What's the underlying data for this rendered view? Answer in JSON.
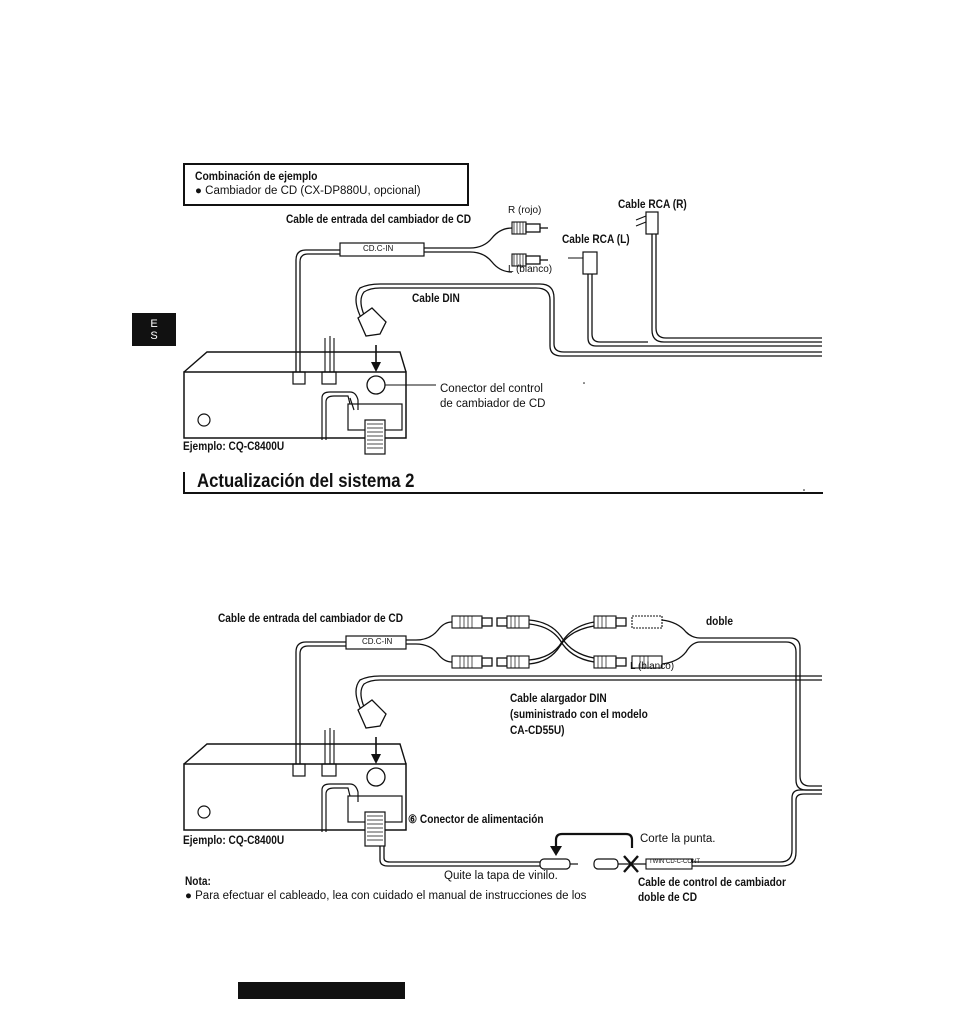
{
  "side_tab": {
    "line1": "E",
    "line2": "S"
  },
  "example_box": {
    "title": "Combinación de ejemplo",
    "item": "● Cambiador de CD (CX-DP880U, opcional)"
  },
  "diagram1": {
    "input_cable": "Cable de entrada del cambiador de CD",
    "cdc_in": "CD.C-IN",
    "r_rojo": "R (rojo)",
    "l_blanco": "L (blanco)",
    "rca_r": "Cable RCA (R)",
    "rca_l": "Cable RCA (L)",
    "din_cable": "Cable DIN",
    "connector_line1": "Conector del control",
    "connector_line2": "de cambiador de CD",
    "example": "Ejemplo: CQ-C8400U"
  },
  "section_heading": "Actualización del sistema 2",
  "diagram2": {
    "input_cable": "Cable de entrada del cambiador de CD",
    "cdc_in": "CD.C-IN",
    "doble": "doble",
    "l_blanco": "L (blanco)",
    "din_ext_line1": "Cable alargador DIN",
    "din_ext_line2": "(suministrado con el modelo",
    "din_ext_line3": "CA-CD55U)",
    "power_connector": "⑥ Conector de alimentación",
    "example": "Ejemplo: CQ-C8400U",
    "cut_tip": "Corte la punta.",
    "remove_cap": "Quite la tapa de vinilo.",
    "twin_label": "TWIN CD-C-CONT",
    "twin_cable_line1": "Cable de control de cambiador",
    "twin_cable_line2": "doble de CD"
  },
  "note": {
    "title": "Nota:",
    "text": "● Para efectuar el cableado, lea con cuidado el manual de instrucciones de los"
  }
}
